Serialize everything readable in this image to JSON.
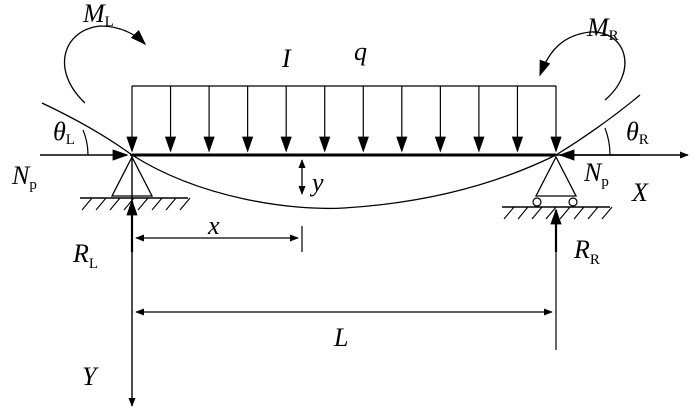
{
  "labels": {
    "moment_left": {
      "main": "M",
      "sub": "L"
    },
    "moment_right": {
      "main": "M",
      "sub": "R"
    },
    "inertia": {
      "main": "I"
    },
    "load": {
      "main": "q"
    },
    "theta_left": {
      "main": "θ",
      "sub": "L"
    },
    "theta_right": {
      "main": "θ",
      "sub": "R"
    },
    "axial_left": {
      "main": "N",
      "sub": "p"
    },
    "axial_right": {
      "main": "N",
      "sub": "p"
    },
    "deflection": {
      "main": "y"
    },
    "x_axis": {
      "main": "X"
    },
    "y_axis": {
      "main": "Y"
    },
    "position": {
      "main": "x"
    },
    "reaction_left": {
      "main": "R",
      "sub": "L"
    },
    "reaction_right": {
      "main": "R",
      "sub": "R"
    },
    "span": {
      "main": "L"
    }
  },
  "colors": {
    "ink": "#000000",
    "background": "#ffffff"
  }
}
